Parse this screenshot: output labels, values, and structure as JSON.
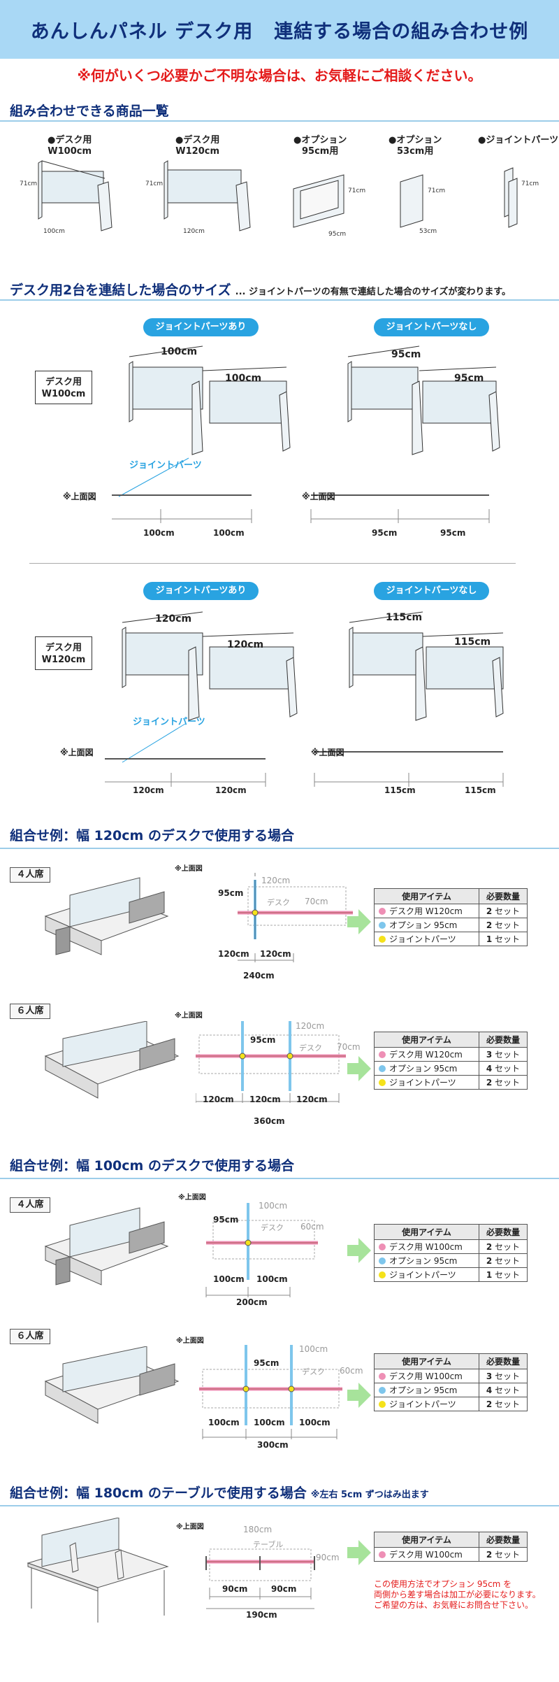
{
  "header": {
    "title": "あんしんパネル デスク用",
    "subtitle": "連結する場合の組み合わせ例"
  },
  "notice": "※何がいくつ必要かご不明な場合は、お気軽にご相談ください。",
  "products": {
    "heading": "組み合わせできる商品一覧",
    "items": [
      {
        "line1": "●デスク用",
        "line2": "W100cm",
        "height": "71cm",
        "width": "100cm"
      },
      {
        "line1": "●デスク用",
        "line2": "W120cm",
        "height": "71cm",
        "width": "120cm"
      },
      {
        "line1": "●オプション",
        "line2": "95cm用",
        "height": "71cm",
        "width": "95cm"
      },
      {
        "line1": "●オプション",
        "line2": "53cm用",
        "height": "71cm",
        "width": "53cm"
      },
      {
        "line1": "●ジョイントパーツ",
        "line2": "",
        "height": "71cm",
        "width": ""
      }
    ]
  },
  "sizes": {
    "heading": "デスク用2台を連結した場合のサイズ",
    "heading_note": "... ジョイントパーツの有無で連結した場合のサイズが変わります。",
    "with_joint": "ジョイントパーツあり",
    "without_joint": "ジョイントパーツなし",
    "joint_label": "ジョイントパーツ",
    "top_view": "※上面図",
    "w100": {
      "line1": "デスク用",
      "line2": "W100cm",
      "with": [
        "100cm",
        "100cm"
      ],
      "without": [
        "95cm",
        "95cm"
      ]
    },
    "w120": {
      "line1": "デスク用",
      "line2": "W120cm",
      "with": [
        "120cm",
        "120cm"
      ],
      "without": [
        "115cm",
        "115cm"
      ]
    }
  },
  "table_headers": {
    "item": "使用アイテム",
    "qty": "必要数量"
  },
  "colors": {
    "pink": "#ee8fb5",
    "blue": "#7ec6ec",
    "yellow": "#f5e21a"
  },
  "ex120": {
    "heading": "組合せ例：幅 120cm のデスクで使用する場合",
    "four": {
      "label": "４人席",
      "top_view": "※上面図",
      "opt": "95cm",
      "panel": "120cm",
      "desk": "デスク",
      "depth": "70cm",
      "segs": [
        "120cm",
        "120cm"
      ],
      "total": "240cm",
      "rows": [
        {
          "name": "デスク用 W120cm",
          "qty": "2",
          "unit": "セット"
        },
        {
          "name": "オプション 95cm",
          "qty": "2",
          "unit": "セット"
        },
        {
          "name": "ジョイントパーツ",
          "qty": "1",
          "unit": "セット"
        }
      ]
    },
    "six": {
      "label": "６人席",
      "top_view": "※上面図",
      "opt": "95cm",
      "panel": "120cm",
      "desk": "デスク",
      "depth": "70cm",
      "segs": [
        "120cm",
        "120cm",
        "120cm"
      ],
      "total": "360cm",
      "rows": [
        {
          "name": "デスク用 W120cm",
          "qty": "3",
          "unit": "セット"
        },
        {
          "name": "オプション 95cm",
          "qty": "4",
          "unit": "セット"
        },
        {
          "name": "ジョイントパーツ",
          "qty": "2",
          "unit": "セット"
        }
      ]
    }
  },
  "ex100": {
    "heading": "組合せ例：幅 100cm のデスクで使用する場合",
    "four": {
      "label": "４人席",
      "top_view": "※上面図",
      "opt": "95cm",
      "panel": "100cm",
      "desk": "デスク",
      "depth": "60cm",
      "segs": [
        "100cm",
        "100cm"
      ],
      "total": "200cm",
      "rows": [
        {
          "name": "デスク用 W100cm",
          "qty": "2",
          "unit": "セット"
        },
        {
          "name": "オプション 95cm",
          "qty": "2",
          "unit": "セット"
        },
        {
          "name": "ジョイントパーツ",
          "qty": "1",
          "unit": "セット"
        }
      ]
    },
    "six": {
      "label": "６人席",
      "top_view": "※上面図",
      "opt": "95cm",
      "panel": "100cm",
      "desk": "デスク",
      "depth": "60cm",
      "segs": [
        "100cm",
        "100cm",
        "100cm"
      ],
      "total": "300cm",
      "rows": [
        {
          "name": "デスク用 W100cm",
          "qty": "3",
          "unit": "セット"
        },
        {
          "name": "オプション 95cm",
          "qty": "4",
          "unit": "セット"
        },
        {
          "name": "ジョイントパーツ",
          "qty": "2",
          "unit": "セット"
        }
      ]
    }
  },
  "ex180": {
    "heading": "組合せ例：幅 180cm のテーブルで使用する場合",
    "note": "※左右 5cm ずつはみ出ます",
    "top_view": "※上面図",
    "panel": "180cm",
    "desk": "テーブル",
    "depth": "90cm",
    "segs": [
      "90cm",
      "90cm"
    ],
    "total": "190cm",
    "rows": [
      {
        "name": "デスク用 W100cm",
        "qty": "2",
        "unit": "セット"
      }
    ],
    "footnote": [
      "この使用方法でオプション 95cm を",
      "両側から差す場合は加工が必要になります。",
      "ご希望の方は、お気軽にお問合せ下さい。"
    ]
  }
}
